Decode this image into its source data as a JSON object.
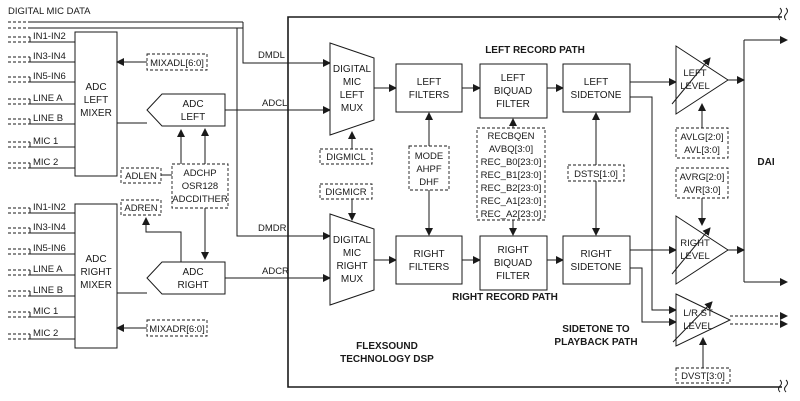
{
  "top_label": "DIGITAL MIC DATA",
  "left_inputs": [
    "IN1-IN2",
    "IN3-IN4",
    "IN5-IN6",
    "LINE A",
    "LINE B",
    "MIC 1",
    "MIC 2"
  ],
  "right_inputs": [
    "IN1-IN2",
    "IN3-IN4",
    "IN5-IN6",
    "LINE A",
    "LINE B",
    "MIC 1",
    "MIC 2"
  ],
  "mixers": {
    "left": [
      "ADC",
      "LEFT",
      "MIXER"
    ],
    "right": [
      "ADC",
      "RIGHT",
      "MIXER"
    ]
  },
  "adcs": {
    "left": [
      "ADC",
      "LEFT"
    ],
    "right": [
      "ADC",
      "RIGHT"
    ]
  },
  "controls": {
    "mixadl": "MIXADL[6:0]",
    "mixadr": "MIXADR[6:0]",
    "adlen": "ADLEN",
    "adren": "ADREN",
    "adc_settings": [
      "ADCHP",
      "OSR128",
      "ADCDITHER"
    ],
    "digmicl": "DIGMICL",
    "digmicr": "DIGMICR",
    "filter_settings": [
      "MODE",
      "AHPF",
      "DHF"
    ],
    "biquad_settings": [
      "RECBQEN",
      "AVBQ[3:0]",
      "REC_B0[23:0]",
      "REC_B1[23:0]",
      "REC_B2[23:0]",
      "REC_A1[23:0]",
      "REC_A2[23:0]"
    ],
    "dsts": "DSTS[1:0]",
    "left_level": [
      "AVLG[2:0]",
      "AVL[3:0]"
    ],
    "right_level": [
      "AVRG[2:0]",
      "AVR[3:0]"
    ],
    "dvst": "DVST[3:0]"
  },
  "signals": {
    "dmdl": "DMDL",
    "adcl": "ADCL",
    "dmdr": "DMDR",
    "adcr": "ADCR"
  },
  "dsp": {
    "left_path": "LEFT RECORD PATH",
    "right_path": "RIGHT RECORD PATH",
    "name": [
      "FLEXSOUND",
      "TECHNOLOGY DSP"
    ],
    "sidetone_note": [
      "SIDETONE TO",
      "PLAYBACK PATH"
    ]
  },
  "blocks": {
    "left_mux": [
      "DIGITAL",
      "MIC",
      "LEFT",
      "MUX"
    ],
    "right_mux": [
      "DIGITAL",
      "MIC",
      "RIGHT",
      "MUX"
    ],
    "left_filters": [
      "LEFT",
      "FILTERS"
    ],
    "right_filters": [
      "RIGHT",
      "FILTERS"
    ],
    "left_biquad": [
      "LEFT",
      "BIQUAD",
      "FILTER"
    ],
    "right_biquad": [
      "RIGHT",
      "BIQUAD",
      "FILTER"
    ],
    "left_sidetone": [
      "LEFT",
      "SIDETONE"
    ],
    "right_sidetone": [
      "RIGHT",
      "SIDETONE"
    ],
    "left_level": [
      "LEFT",
      "LEVEL"
    ],
    "right_level": [
      "RIGHT",
      "LEVEL"
    ],
    "lr_st_level": [
      "L/R ST",
      "LEVEL"
    ]
  },
  "dai": "DAI"
}
